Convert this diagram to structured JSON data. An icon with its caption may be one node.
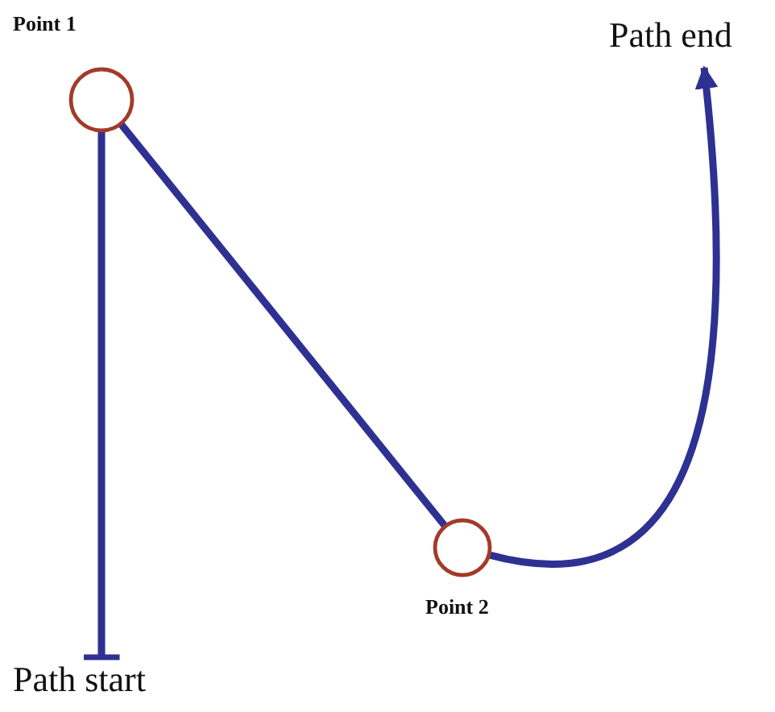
{
  "diagram": {
    "nodes": [
      {
        "text": [
          "Path start"
        ]
      },
      {
        "text": [
          "Point 1"
        ]
      },
      {
        "text": [
          "Point 2"
        ]
      },
      {
        "text": [
          "Path end"
        ]
      }
    ],
    "edges": [
      {
        "from": 0,
        "to": 1,
        "arrow": "other"
      },
      {
        "from": 1,
        "to": 2,
        "arrow": "none"
      },
      {
        "from": 2,
        "to": 3,
        "arrow": "to"
      }
    ]
  }
}
